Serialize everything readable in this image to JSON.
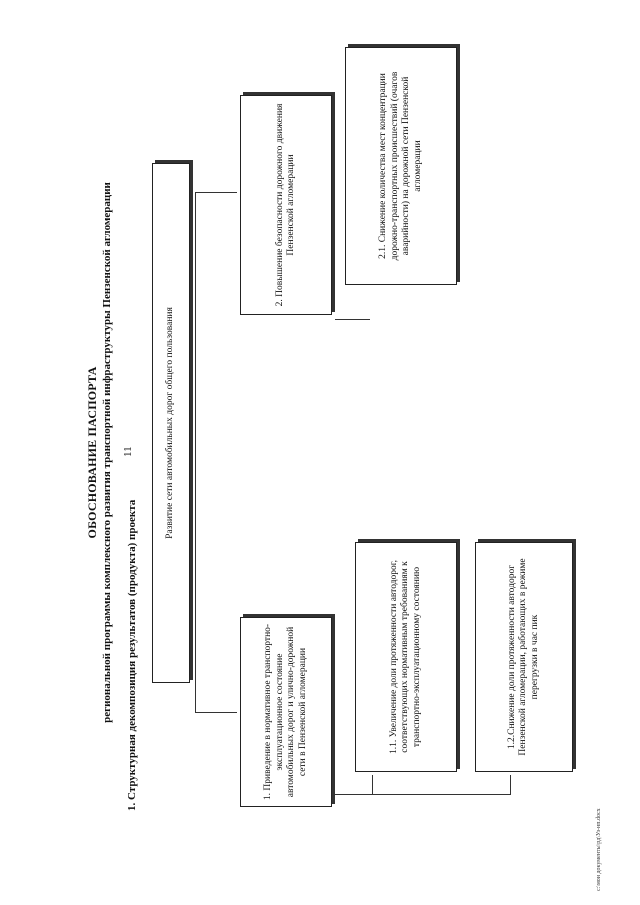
{
  "page_number": "11",
  "header": {
    "title": "ОБОСНОВАНИЕ ПАСПОРТА",
    "subtitle": "региональной программы комплексного развития транспортной инфраструктуры Пензенской агломерации"
  },
  "section_title": "1.   Структурная декомпозиция результатов (продукта) проекта",
  "diagram": {
    "root": "Развитие сети автомобильных дорог общего пользования",
    "branch1": "1.   Приведение в нормативное транспортно-эксплуатационное состояние автомобильных дорог и улично-дорожной сети в Пензенской агломерации",
    "branch2": "2. Повышение безопасности дорожного движения Пензенской агломерации",
    "leaf1_1": "1.1. Увеличение доли протяженности автодорог, соответствующих нормативным требованиям к транспортно-эксплуатационному состоянию",
    "leaf1_2": "1.2.Снижение доли протяженности автодорог Пензенской агломерации, работающих в режиме перегрузки в час пик",
    "leaf2_1": "2.1. Снижение количества мест концентрации дорожно-транспортных происшествий (очагов аварийности) на дорожной сети Пензенской агломерации"
  },
  "footer": "c:\\мои документы\\рд\\Уз-нп.docx"
}
